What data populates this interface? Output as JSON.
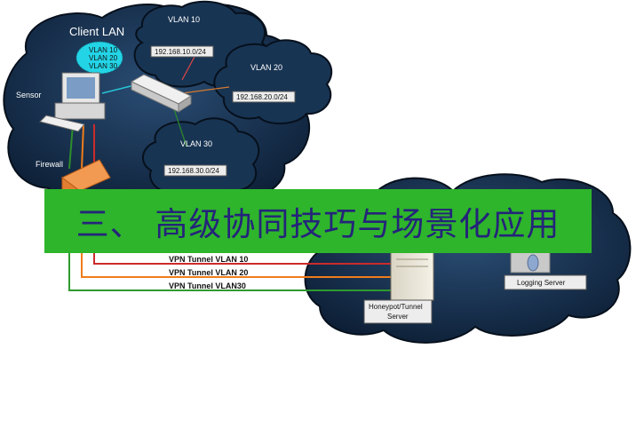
{
  "client_lan": {
    "title": "Client LAN"
  },
  "sensor": {
    "label": "Sensor"
  },
  "firewall": {
    "label": "Firewall"
  },
  "hub_labels": [
    "VLAN 10",
    "VLAN 20",
    "VLAN 30"
  ],
  "vlans": [
    {
      "name": "VLAN 10",
      "subnet": "192.168.10.0/24"
    },
    {
      "name": "VLAN 20",
      "subnet": "192.168.20.0/24"
    },
    {
      "name": "VLAN 30",
      "subnet": "192.168.30.0/24"
    }
  ],
  "tunnels": [
    {
      "label": "VPN Tunnel  VLAN 10",
      "color": "#cc2b2b"
    },
    {
      "label": "VPN Tunnel VLAN 20",
      "color": "#f07c1a"
    },
    {
      "label": "VPN Tunnel VLAN30",
      "color": "#2f9a2f"
    }
  ],
  "honeypot": {
    "label_line1": "Honeypot/Tunnel",
    "label_line2": "Server"
  },
  "logging": {
    "label": "Logging Server"
  },
  "banner": {
    "title": "三、 高级协同技巧与场景化应用",
    "background": "#2eb52b",
    "text_color": "#24247a"
  }
}
